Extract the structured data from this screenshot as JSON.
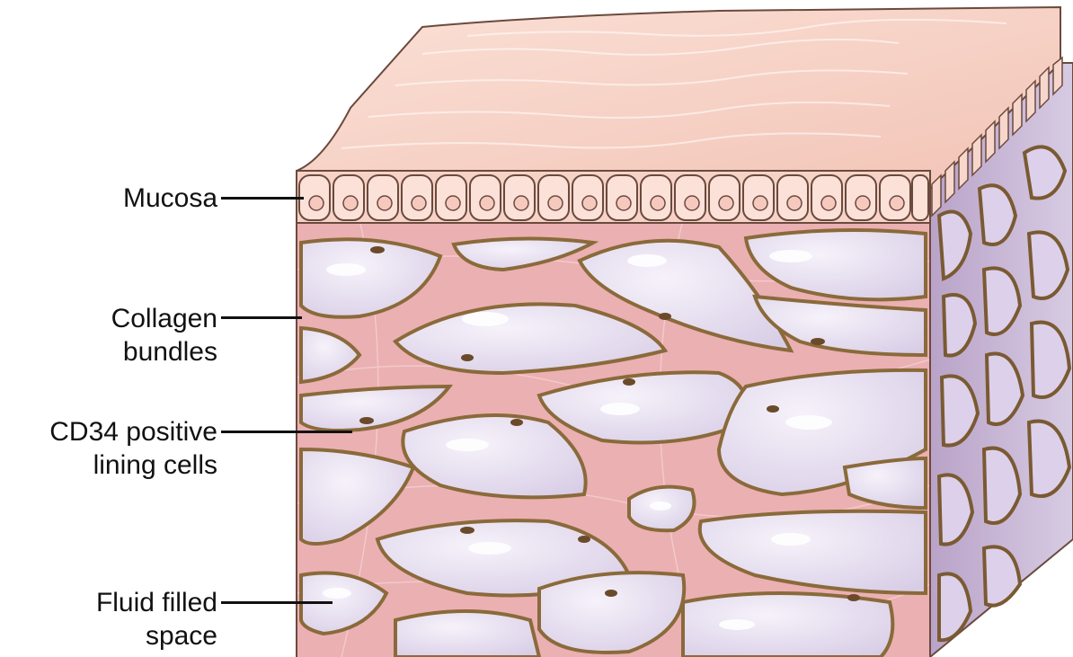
{
  "labels": {
    "mucosa": "Mucosa",
    "collagen_line1": "Collagen",
    "collagen_line2": "bundles",
    "cd34_line1": "CD34 positive",
    "cd34_line2": "lining cells",
    "fluid_line1": "Fluid filled",
    "fluid_line2": "space"
  },
  "colors": {
    "mucosa_top": "#f6cfc2",
    "mucosa_cells": "#f9d9cf",
    "connective_tissue": "#e9a8ac",
    "fluid_space": "#e6dff0",
    "lining_cell_border": "#8a6a3a",
    "side_face": "#c9bcd9"
  }
}
